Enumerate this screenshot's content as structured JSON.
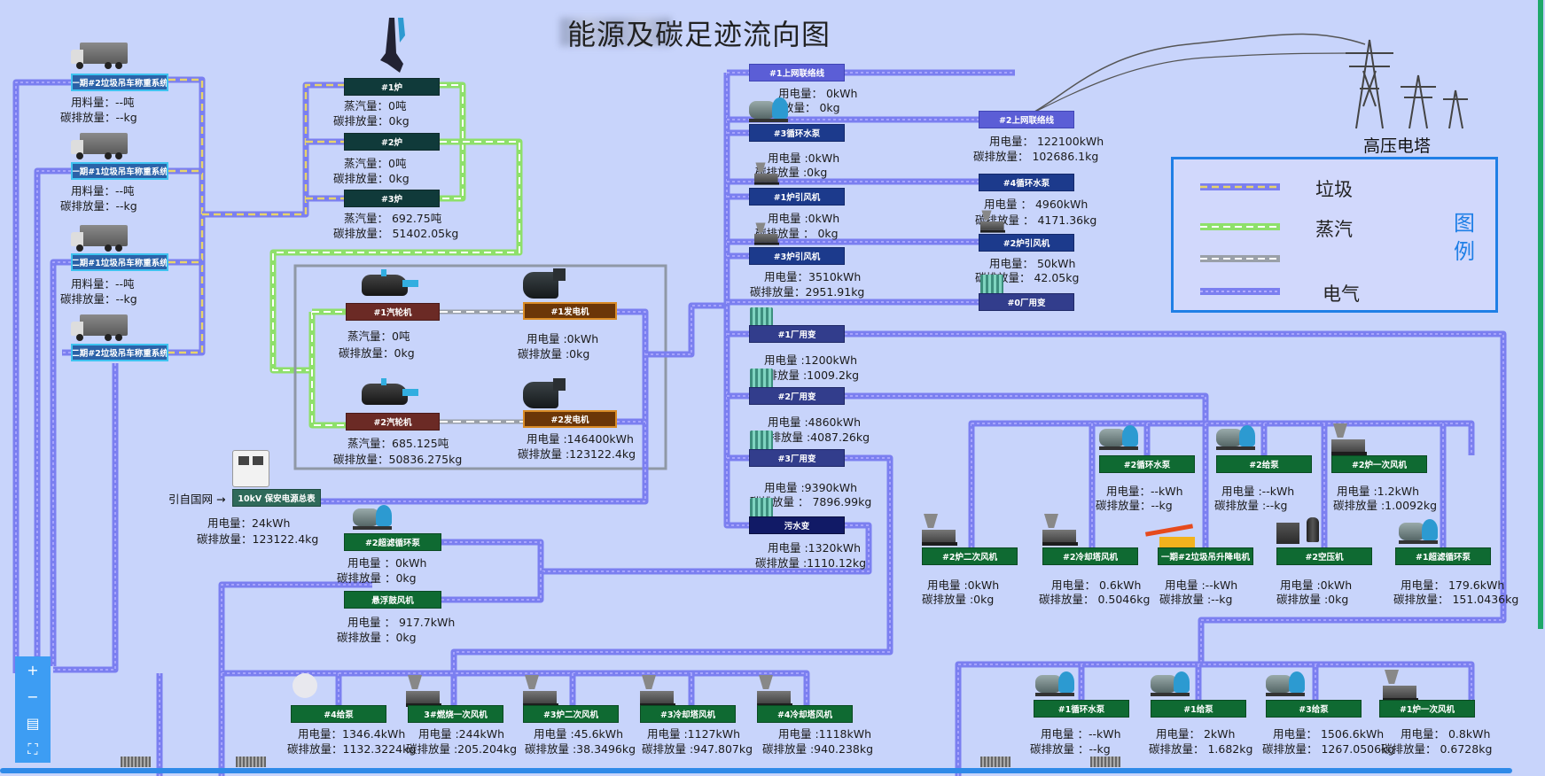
{
  "title": "能源及碳足迹流向图",
  "legend": {
    "garbage": "垃圾",
    "steam": "蒸汽",
    "power": "电气",
    "heading": "图例"
  },
  "tower_label": "高压电塔",
  "feed_label": "引自国网 →",
  "trucks": [
    {
      "name": "一期#2垃圾吊车称重系统",
      "l1": "用料量：--吨",
      "l2": "碳排放量：--kg"
    },
    {
      "name": "一期#1垃圾吊车称重系统",
      "l1": "用料量：--吨",
      "l2": "碳排放量：--kg"
    },
    {
      "name": "二期#1垃圾吊车称重系统",
      "l1": "用料量：--吨",
      "l2": "碳排放量：--kg"
    },
    {
      "name": "二期#2垃圾吊车称重系统",
      "l1": "",
      "": "",
      "l2": ""
    }
  ],
  "boilers": [
    {
      "name": "#1炉",
      "l1": "蒸汽量：0吨",
      "l2": "碳排放量：0kg"
    },
    {
      "name": "#2炉",
      "l1": "蒸汽量：0吨",
      "l2": "碳排放量：0kg"
    },
    {
      "name": "#3炉",
      "l1": "蒸汽量： 692.75吨",
      "l2": "碳排放量： 51402.05kg"
    }
  ],
  "turbines": [
    {
      "name": "#1汽轮机",
      "l1": "蒸汽量：0吨",
      "l2": "碳排放量：0kg"
    },
    {
      "name": "#2汽轮机",
      "l1": "蒸汽量：685.125吨",
      "l2": "碳排放量：50836.275kg"
    }
  ],
  "generators": [
    {
      "name": "#1发电机",
      "l1": "用电量 :0kWh",
      "l2": "碳排放量 :0kg"
    },
    {
      "name": "#2发电机",
      "l1": "用电量 :146400kWh",
      "l2": "碳排放量 :123122.4kg"
    }
  ],
  "main_switch": {
    "name": "10kV 保安电源总表",
    "l1": "用电量：24kWh",
    "l2": "碳排放量：123122.4kg"
  },
  "mid_pumps": [
    {
      "name": "#2超滤循环泵",
      "l1": "用电量 ：0kWh",
      "l2": "碳排放量 ：0kg"
    },
    {
      "name": "悬浮鼓风机",
      "l1": "用电量 ： 917.7kWh",
      "l2": "碳排放量 ：0kg"
    }
  ],
  "center": [
    {
      "name": "#1上网联络线",
      "l1": "用电量： 0kWh",
      "l2": "碳排放量： 0kg"
    },
    {
      "name": "#3循环水泵",
      "l1": "用电量 :0kWh",
      "l2": "碳排放量 :0kg"
    },
    {
      "name": "#1炉引风机",
      "l1": "用电量 :0kWh",
      "l2": "碳排放量 ： 0kg"
    },
    {
      "name": "#3炉引风机",
      "l1": "用电量：3510kWh",
      "l2": "碳排放量：2951.91kg"
    },
    {
      "name": "#1厂用变",
      "l1": "用电量 :1200kWh",
      "l2": "碳排放量 :1009.2kg"
    },
    {
      "name": "#2厂用变",
      "l1": "用电量 :4860kWh",
      "l2": "碳排放量 :4087.26kg"
    },
    {
      "name": "#3厂用变",
      "l1": "用电量 :9390kWh",
      "l2": "碳排放量 ： 7896.99kg"
    },
    {
      "name": "污水变",
      "l1": "用电量 :1320kWh",
      "l2": "碳排放量 :1110.12kg"
    }
  ],
  "right_col": [
    {
      "name": "#2上网联络线",
      "l1": "用电量： 122100kWh",
      "l2": "碳排放量： 102686.1kg"
    },
    {
      "name": "#4循环水泵",
      "l1": "用电量 ： 4960kWh",
      "l2": "碳排放量 ： 4171.36kg"
    },
    {
      "name": "#2炉引风机",
      "l1": "用电量： 50kWh",
      "l2": "碳排放量： 42.05kg"
    },
    {
      "name": "#0厂用变",
      "l1": "",
      "": "",
      "l2": ""
    }
  ],
  "east_top": [
    {
      "name": "#2循环水泵",
      "l1": "用电量：--kWh",
      "l2": "碳排放量：--kg"
    },
    {
      "name": "#2给泵",
      "l1": "用电量 :--kWh",
      "l2": "碳排放量 :--kg"
    },
    {
      "name": "#2炉一次风机",
      "l1": "用电量 :1.2kWh",
      "l2": "碳排放量 :1.0092kg"
    }
  ],
  "east_mid": [
    {
      "name": "#2炉二次风机",
      "l1": "用电量 :0kWh",
      "l2": "碳排放量 :0kg"
    },
    {
      "name": "#2冷却塔风机",
      "l1": "用电量： 0.6kWh",
      "l2": "碳排放量： 0.5046kg"
    },
    {
      "name": "一期#2垃圾吊升降电机",
      "l1": "用电量 :--kWh",
      "l2": "碳排放量 :--kg"
    },
    {
      "name": "#2空压机",
      "l1": "用电量 :0kWh",
      "l2": "碳排放量 :0kg"
    },
    {
      "name": "#1超滤循环泵",
      "l1": "用电量： 179.6kWh",
      "l2": "碳排放量： 151.0436kg"
    }
  ],
  "bottom_left": [
    {
      "name": "#4给泵",
      "l1": "用电量：1346.4kWh",
      "l2": "碳排放量：1132.3224kg"
    },
    {
      "name": "3#燃烧一次风机",
      "l1": "用电量 :244kWh",
      "l2": "碳排放量 :205.204kg"
    },
    {
      "name": "#3炉二次风机",
      "l1": "用电量 :45.6kWh",
      "l2": "碳排放量 :38.3496kg"
    },
    {
      "name": "#3冷却塔风机",
      "l1": "用电量 :1127kWh",
      "l2": "碳排放量 :947.807kg"
    },
    {
      "name": "#4冷却塔风机",
      "l1": "用电量 :1118kWh",
      "l2": "碳排放量 :940.238kg"
    }
  ],
  "bottom_right": [
    {
      "name": "#1循环水泵",
      "l1": "用电量 ：--kWh",
      "l2": "碳排放量 ：--kg"
    },
    {
      "name": "#1给泵",
      "l1": "用电量： 2kWh",
      "l2": "碳排放量： 1.682kg"
    },
    {
      "name": "#3给泵",
      "l1": "用电量： 1506.6kWh",
      "l2": "碳排放量： 1267.0506kg"
    },
    {
      "name": "#1炉一次风机",
      "l1": "用电量： 0.8kWh",
      "l2": "碳排放量： 0.6728kg"
    }
  ],
  "zoom": {
    "plus": "+",
    "minus": "−",
    "map": "▤",
    "full": "⛶"
  },
  "colors": {
    "garbage": "#e8d46a",
    "steam": "#8ee06a",
    "pipe_gray": "#9aa0a8",
    "power": "#7b7ff0"
  }
}
